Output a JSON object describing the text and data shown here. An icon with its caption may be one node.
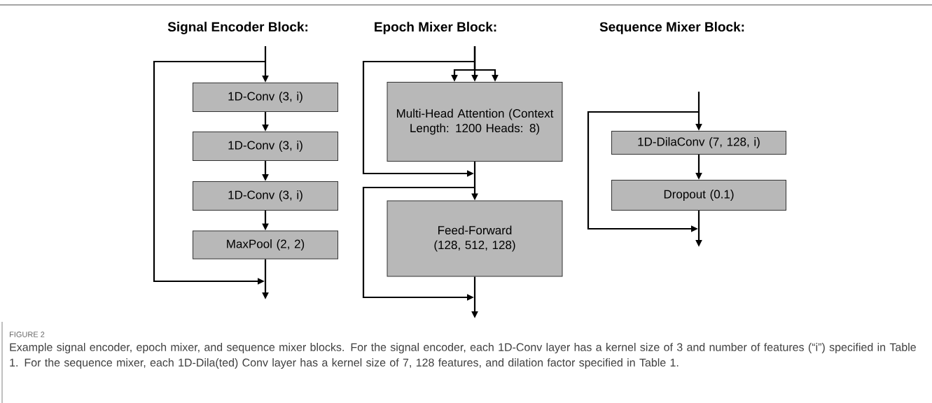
{
  "diagram": {
    "caption": "Example signal encoder, epoch mixer, and sequence mixer blocks. For the signal encoder, each 1D-Conv layer has a kernel size of 3 and number of features (“i”) specified in Table 1. For the sequence mixer, each 1D-Dila(ted) Conv layer has a kernel size of 7, 128 features, and dilation factor specified in Table 1.",
    "nodes": [
      {
        "text": [
          "1D-Conv (3, i)"
        ]
      },
      {
        "text": [
          "1D-Conv (3, i)"
        ]
      },
      {
        "text": [
          "1D-Conv (3, i)"
        ]
      },
      {
        "text": [
          "MaxPool (2, 2)"
        ]
      },
      {
        "text": [
          "Multi-Head Attention (Context Length: 1200 Heads: 8)"
        ]
      },
      {
        "text": [
          "Feed-Forward (128, 512, 128)"
        ]
      },
      {
        "text": [
          "1D-DilaConv (7, 128, i)"
        ]
      },
      {
        "text": [
          "Dropout (0.1)"
        ]
      }
    ],
    "edges": [
      {
        "from": null,
        "to": 0,
        "arrow": "to"
      },
      {
        "from": 0,
        "to": 1,
        "arrow": "to"
      },
      {
        "from": 1,
        "to": 2,
        "arrow": "to"
      },
      {
        "from": 2,
        "to": 3,
        "arrow": "to"
      },
      {
        "from": 3,
        "to": null,
        "arrow": "to"
      },
      {
        "from": null,
        "to": 4,
        "arrow": "to"
      },
      {
        "from": null,
        "to": 4,
        "arrow": "to"
      },
      {
        "from": null,
        "to": 4,
        "arrow": "to"
      },
      {
        "from": 4,
        "to": 5,
        "arrow": "to"
      },
      {
        "from": 5,
        "to": null,
        "arrow": "to"
      },
      {
        "from": null,
        "to": 6,
        "arrow": "to"
      },
      {
        "from": 6,
        "to": 7,
        "arrow": "to"
      },
      {
        "from": 7,
        "to": null,
        "arrow": "to"
      }
    ],
    "labels": [
      "Signal Encoder Block:",
      "Epoch Mixer Block:",
      "Sequence Mixer Block:",
      "FIGURE 2"
    ]
  }
}
